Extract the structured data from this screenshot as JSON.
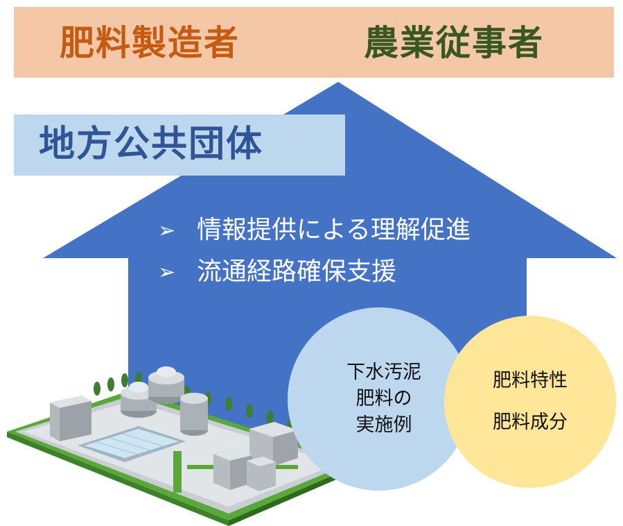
{
  "banner": {
    "left_label": "肥料製造者",
    "right_label": "農業従事者",
    "left_color": "#c55a11",
    "right_color": "#385723",
    "background": "#f4c7a6"
  },
  "arrow": {
    "color": "#4472c4"
  },
  "org": {
    "label": "地方公共団体",
    "color": "#2f5597",
    "background": "#bdd7ee"
  },
  "actions": [
    {
      "marker": "➢",
      "text": "情報提供による理解促進"
    },
    {
      "marker": "➢",
      "text": "流通経路確保支援"
    }
  ],
  "circles": {
    "examples": {
      "lines": [
        "下水汚泥",
        "肥料の",
        "実施例"
      ],
      "color": "#bdd7ee"
    },
    "properties": {
      "lines": [
        "肥料特性",
        "肥料成分"
      ],
      "color": "#ffe699"
    }
  },
  "illustration": {
    "icon": "sewage-treatment-plant-icon"
  }
}
